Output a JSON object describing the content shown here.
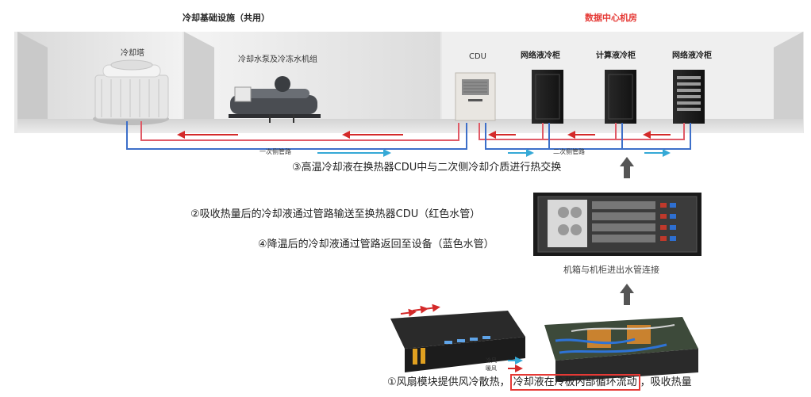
{
  "headers": {
    "facility": "冷却基础设施（共用）",
    "datacenter": "数据中心机房"
  },
  "rooms": {
    "cooling_tower": "冷却塔",
    "chiller": "冷却水泵及冷冻水机组",
    "cdu": "CDU",
    "net_cabinet_1": "网络液冷柜",
    "compute_cabinet": "计算液冷柜",
    "net_cabinet_2": "网络液冷柜"
  },
  "pipes": {
    "primary": "一次侧管路",
    "secondary": "二次侧管路"
  },
  "steps": {
    "step3": "③高温冷却液在换热器CDU中与二次侧冷却介质进行热交换",
    "step2": "②吸收热量后的冷却液通过管路输送至换热器CDU（红色水管）",
    "step4": "④降温后的冷却液通过管路返回至设备（蓝色水管）",
    "step1_prefix": "①风扇模块提供风冷散热，",
    "step1_highlight": "冷却液在冷板内部循环流动",
    "step1_suffix": "，吸收热量"
  },
  "captions": {
    "chassis": "机箱与机柜进出水管连接",
    "cold_air": "冷风",
    "hot_air": "暖风"
  },
  "colors": {
    "hot_pipe": "#e05a66",
    "cold_pipe": "#3d6fc9",
    "flow_arrow_hot": "#d42a2a",
    "flow_arrow_cold": "#35a9d6",
    "highlight_box": "#e53935"
  }
}
